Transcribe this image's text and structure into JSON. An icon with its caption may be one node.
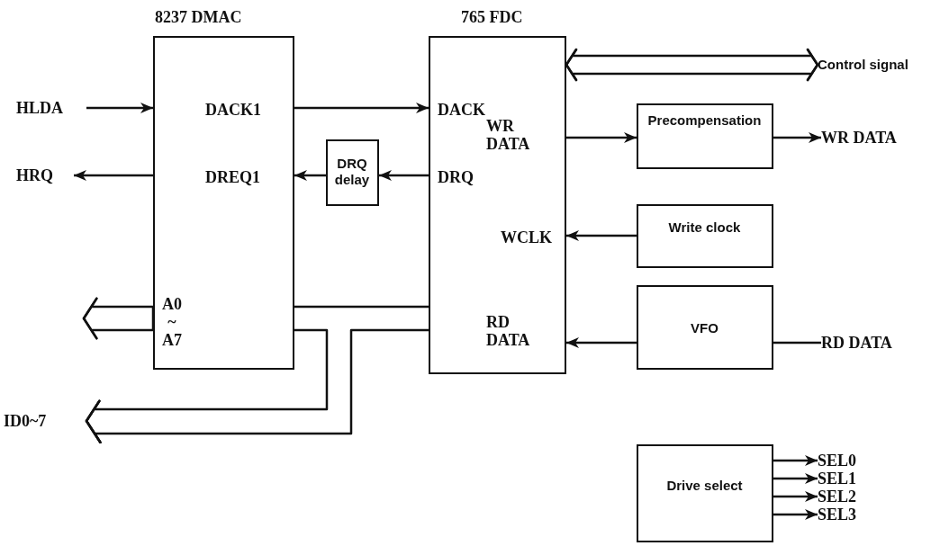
{
  "diagram": {
    "nodes": [
      {
        "text": [
          "8237 DMAC",
          "DACK1",
          "DREQ1",
          "A0 ~ A7"
        ]
      },
      {
        "text": [
          "765 FDC",
          "DACK",
          "WR DATA",
          "DRQ",
          "WCLK",
          "RD DATA"
        ]
      },
      {
        "text": [
          "DRQ delay"
        ]
      },
      {
        "text": [
          "Precompensation"
        ]
      },
      {
        "text": [
          "Write clock"
        ]
      },
      {
        "text": [
          "VFO"
        ]
      },
      {
        "text": [
          "Drive select"
        ]
      },
      {
        "text": [
          "HLDA"
        ]
      },
      {
        "text": [
          "HRQ"
        ]
      },
      {
        "text": [
          "Control signal"
        ]
      },
      {
        "text": [
          "WR DATA"
        ]
      },
      {
        "text": [
          "RD DATA"
        ]
      },
      {
        "text": [
          "ID0~7"
        ]
      },
      {
        "text": [
          "SEL0"
        ]
      },
      {
        "text": [
          "SEL1"
        ]
      },
      {
        "text": [
          "SEL2"
        ]
      },
      {
        "text": [
          "SEL3"
        ]
      }
    ],
    "edges": [
      {
        "from": 7,
        "to": 0,
        "arrow": "to"
      },
      {
        "from": 0,
        "to": 8,
        "arrow": "to"
      },
      {
        "from": 0,
        "to": 1,
        "arrow": "to"
      },
      {
        "from": 1,
        "to": 2,
        "arrow": "to"
      },
      {
        "from": 2,
        "to": 0,
        "arrow": "to"
      },
      {
        "from": 1,
        "to": 9,
        "arrow": "both"
      },
      {
        "from": 1,
        "to": 3,
        "arrow": "to"
      },
      {
        "from": 3,
        "to": 10,
        "arrow": "to"
      },
      {
        "from": 4,
        "to": 1,
        "arrow": "to"
      },
      {
        "from": 5,
        "to": 1,
        "arrow": "to"
      },
      {
        "from": 11,
        "to": 5,
        "arrow": "none"
      },
      {
        "from": 6,
        "to": 13,
        "arrow": "to"
      },
      {
        "from": 6,
        "to": 14,
        "arrow": "to"
      },
      {
        "from": 6,
        "to": 15,
        "arrow": "to"
      },
      {
        "from": 6,
        "to": 16,
        "arrow": "to"
      },
      {
        "from": 0,
        "to": null,
        "arrow": "to"
      },
      {
        "from": 0,
        "to": 1,
        "arrow": "none"
      },
      {
        "from": 0,
        "to": 12,
        "arrow": "to"
      },
      {
        "from": 1,
        "to": 12,
        "arrow": "to"
      }
    ]
  }
}
